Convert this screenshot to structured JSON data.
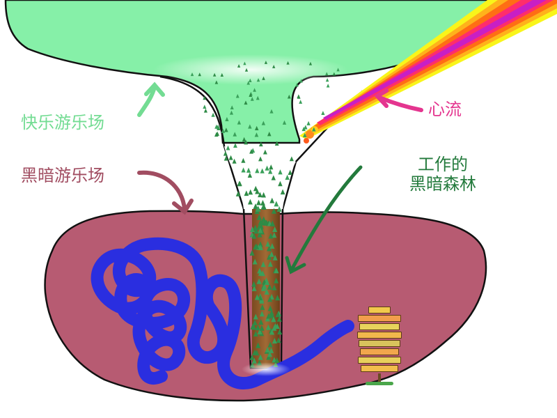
{
  "labels": {
    "happy": "快乐游乐场",
    "dark": "黑暗游乐场",
    "flow": "心流",
    "forest_line1": "工作的",
    "forest_line2": "黑暗森林"
  },
  "colors": {
    "happy_zone": "#86f0a8",
    "dark_zone": "#b75b72",
    "happy_label": "#73dc93",
    "dark_label": "#a14d61",
    "flow_label": "#e4358f",
    "forest_label": "#237a3c",
    "tunnel_squiggle": "#2a2ee0",
    "tree_green": "#2e8b46",
    "trunk_brown": "#8b5a2b"
  },
  "sign": {
    "boards": [
      "",
      "",
      "",
      "",
      "",
      "",
      "",
      ""
    ]
  }
}
